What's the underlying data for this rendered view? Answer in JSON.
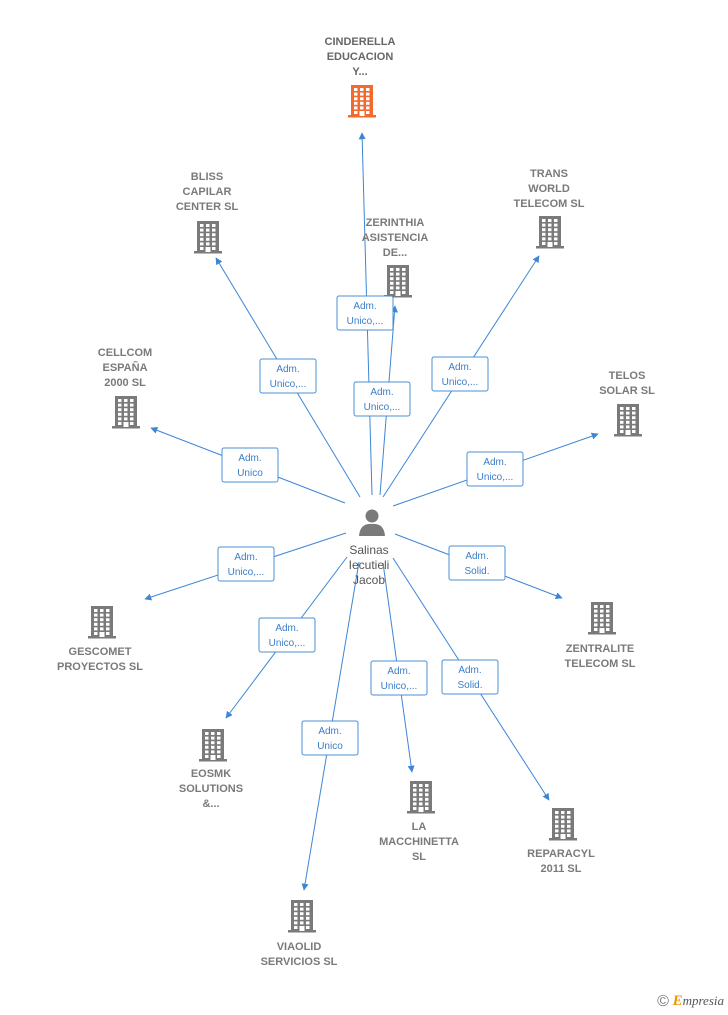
{
  "center": {
    "name_lines": [
      "Salinas",
      "Iecutieli",
      "Jacob"
    ]
  },
  "colors": {
    "edge": "#3d86d6",
    "building": "#7a7a7a",
    "highlight_building": "#f26a2e",
    "role_border": "#4a8fd6",
    "role_text": "#3b7dc9"
  },
  "companies": [
    {
      "id": "cinderella",
      "label_lines": [
        "CINDERELLA",
        "EDUCACION",
        "Y..."
      ],
      "highlight": true,
      "role_lines": [
        "Adm.",
        "Unico,..."
      ]
    },
    {
      "id": "bliss",
      "label_lines": [
        "BLISS",
        "CAPILAR",
        "CENTER  SL"
      ],
      "highlight": false,
      "role_lines": [
        "Adm.",
        "Unico,..."
      ]
    },
    {
      "id": "zerinthia",
      "label_lines": [
        "ZERINTHIA",
        "ASISTENCIA",
        "DE..."
      ],
      "highlight": false,
      "role_lines": [
        "Adm.",
        "Unico,..."
      ]
    },
    {
      "id": "transworld",
      "label_lines": [
        "TRANS",
        "WORLD",
        "TELECOM  SL"
      ],
      "highlight": false,
      "role_lines": [
        "Adm.",
        "Unico,..."
      ]
    },
    {
      "id": "cellcom",
      "label_lines": [
        "CELLCOM",
        "ESPAÑA",
        "2000 SL"
      ],
      "highlight": false,
      "role_lines": [
        "Adm.",
        "Unico"
      ]
    },
    {
      "id": "telos",
      "label_lines": [
        "TELOS",
        "SOLAR  SL"
      ],
      "highlight": false,
      "role_lines": [
        "Adm.",
        "Unico,..."
      ]
    },
    {
      "id": "gescomet",
      "label_lines": [
        "GESCOMET",
        "PROYECTOS SL"
      ],
      "highlight": false,
      "role_lines": [
        "Adm.",
        "Unico,..."
      ]
    },
    {
      "id": "zentralite",
      "label_lines": [
        "ZENTRALITE",
        "TELECOM  SL"
      ],
      "highlight": false,
      "role_lines": [
        "Adm.",
        "Solid."
      ]
    },
    {
      "id": "eosmk",
      "label_lines": [
        "EOSMK",
        "SOLUTIONS",
        "&..."
      ],
      "highlight": false,
      "role_lines": [
        "Adm.",
        "Unico,..."
      ]
    },
    {
      "id": "lamacchinetta",
      "label_lines": [
        "LA",
        "MACCHINETTA",
        "SL"
      ],
      "highlight": false,
      "role_lines": [
        "Adm.",
        "Unico,..."
      ]
    },
    {
      "id": "reparacyl",
      "label_lines": [
        "REPARACYL",
        "2011 SL"
      ],
      "highlight": false,
      "role_lines": [
        "Adm.",
        "Solid."
      ]
    },
    {
      "id": "viaolid",
      "label_lines": [
        "VIAOLID",
        "SERVICIOS  SL"
      ],
      "highlight": false,
      "role_lines": [
        "Adm.",
        "Unico"
      ]
    }
  ],
  "watermark": {
    "copyright": "©",
    "brand_first": "E",
    "brand_rest": "mpresia"
  }
}
